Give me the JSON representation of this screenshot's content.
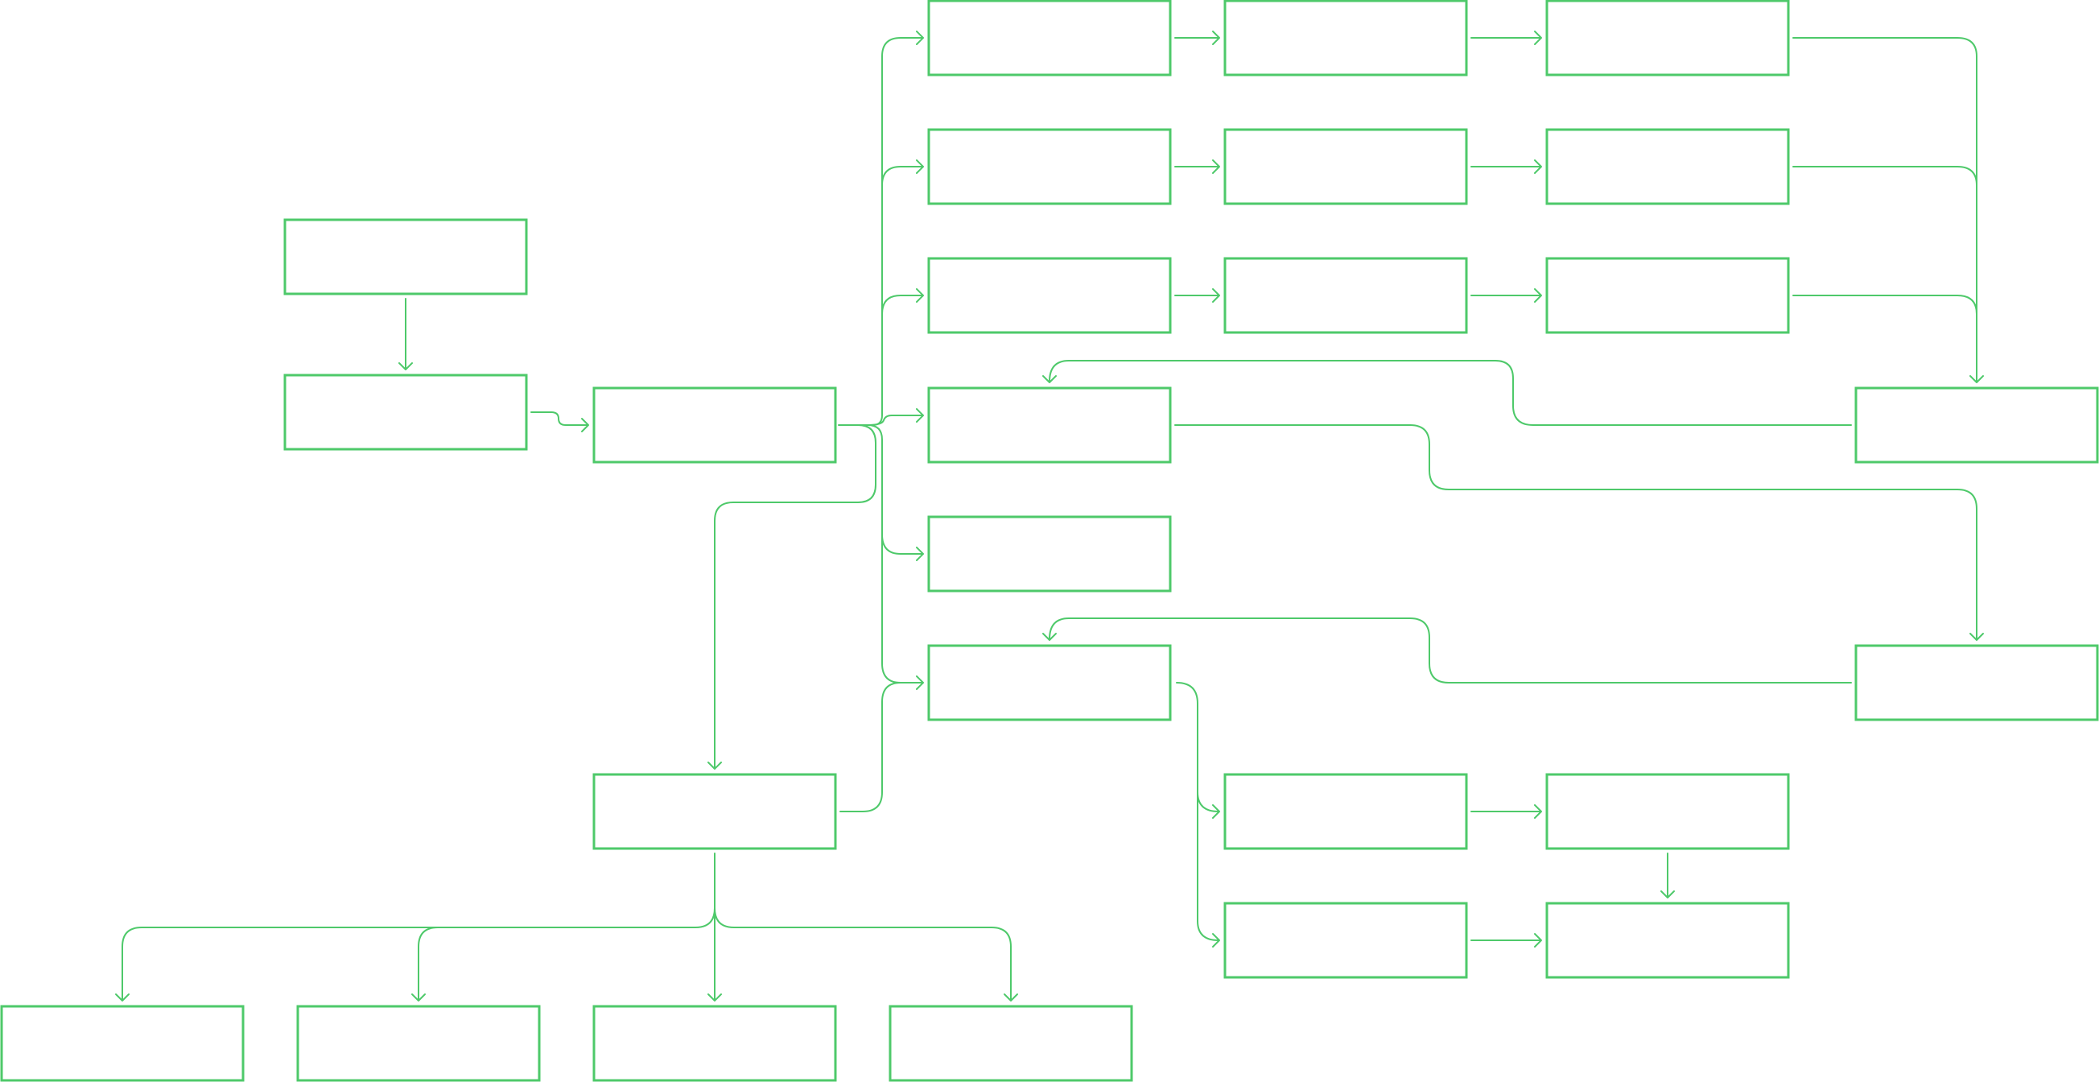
{
  "diagram": {
    "stroke_color": "#4ec96a",
    "background": "#ffffff",
    "nodes": [
      {
        "id": "n-start",
        "label": ""
      },
      {
        "id": "n-second",
        "label": ""
      },
      {
        "id": "n-hub",
        "label": ""
      },
      {
        "id": "n-r1c1",
        "label": ""
      },
      {
        "id": "n-r1c2",
        "label": ""
      },
      {
        "id": "n-r1c3",
        "label": ""
      },
      {
        "id": "n-r2c1",
        "label": ""
      },
      {
        "id": "n-r2c2",
        "label": ""
      },
      {
        "id": "n-r2c3",
        "label": ""
      },
      {
        "id": "n-r3c1",
        "label": ""
      },
      {
        "id": "n-r3c2",
        "label": ""
      },
      {
        "id": "n-r3c3",
        "label": ""
      },
      {
        "id": "n-r4c1",
        "label": ""
      },
      {
        "id": "n-merge-top",
        "label": ""
      },
      {
        "id": "n-r5c1",
        "label": ""
      },
      {
        "id": "n-r6c1",
        "label": ""
      },
      {
        "id": "n-merge-bottom",
        "label": ""
      },
      {
        "id": "n-lower-hub",
        "label": ""
      },
      {
        "id": "n-b1a",
        "label": ""
      },
      {
        "id": "n-b1b",
        "label": ""
      },
      {
        "id": "n-b2a",
        "label": ""
      },
      {
        "id": "n-b2b",
        "label": ""
      },
      {
        "id": "n-leaf1",
        "label": ""
      },
      {
        "id": "n-leaf2",
        "label": ""
      },
      {
        "id": "n-leaf3",
        "label": ""
      },
      {
        "id": "n-leaf4",
        "label": ""
      }
    ],
    "edges": [
      {
        "from": "n-start",
        "to": "n-second"
      },
      {
        "from": "n-second",
        "to": "n-hub"
      },
      {
        "from": "n-hub",
        "to": "n-r1c1"
      },
      {
        "from": "n-hub",
        "to": "n-r2c1"
      },
      {
        "from": "n-hub",
        "to": "n-r3c1"
      },
      {
        "from": "n-hub",
        "to": "n-r4c1"
      },
      {
        "from": "n-hub",
        "to": "n-r5c1"
      },
      {
        "from": "n-hub",
        "to": "n-r6c1"
      },
      {
        "from": "n-hub",
        "to": "n-lower-hub"
      },
      {
        "from": "n-r1c1",
        "to": "n-r1c2"
      },
      {
        "from": "n-r1c2",
        "to": "n-r1c3"
      },
      {
        "from": "n-r2c1",
        "to": "n-r2c2"
      },
      {
        "from": "n-r2c2",
        "to": "n-r2c3"
      },
      {
        "from": "n-r3c1",
        "to": "n-r3c2"
      },
      {
        "from": "n-r3c2",
        "to": "n-r3c3"
      },
      {
        "from": "n-r1c3",
        "to": "n-merge-top"
      },
      {
        "from": "n-r2c3",
        "to": "n-merge-top"
      },
      {
        "from": "n-r3c3",
        "to": "n-merge-top"
      },
      {
        "from": "n-merge-top",
        "to": "n-r4c1"
      },
      {
        "from": "n-r4c1",
        "to": "n-merge-bottom"
      },
      {
        "from": "n-merge-bottom",
        "to": "n-r6c1"
      },
      {
        "from": "n-lower-hub",
        "to": "n-r6c1"
      },
      {
        "from": "n-r6c1",
        "to": "n-b1a"
      },
      {
        "from": "n-r6c1",
        "to": "n-b2a"
      },
      {
        "from": "n-b1a",
        "to": "n-b1b"
      },
      {
        "from": "n-b1b",
        "to": "n-b2b"
      },
      {
        "from": "n-b2a",
        "to": "n-b2b"
      },
      {
        "from": "n-lower-hub",
        "to": "n-leaf1"
      },
      {
        "from": "n-lower-hub",
        "to": "n-leaf2"
      },
      {
        "from": "n-lower-hub",
        "to": "n-leaf3"
      },
      {
        "from": "n-lower-hub",
        "to": "n-leaf4"
      }
    ]
  }
}
